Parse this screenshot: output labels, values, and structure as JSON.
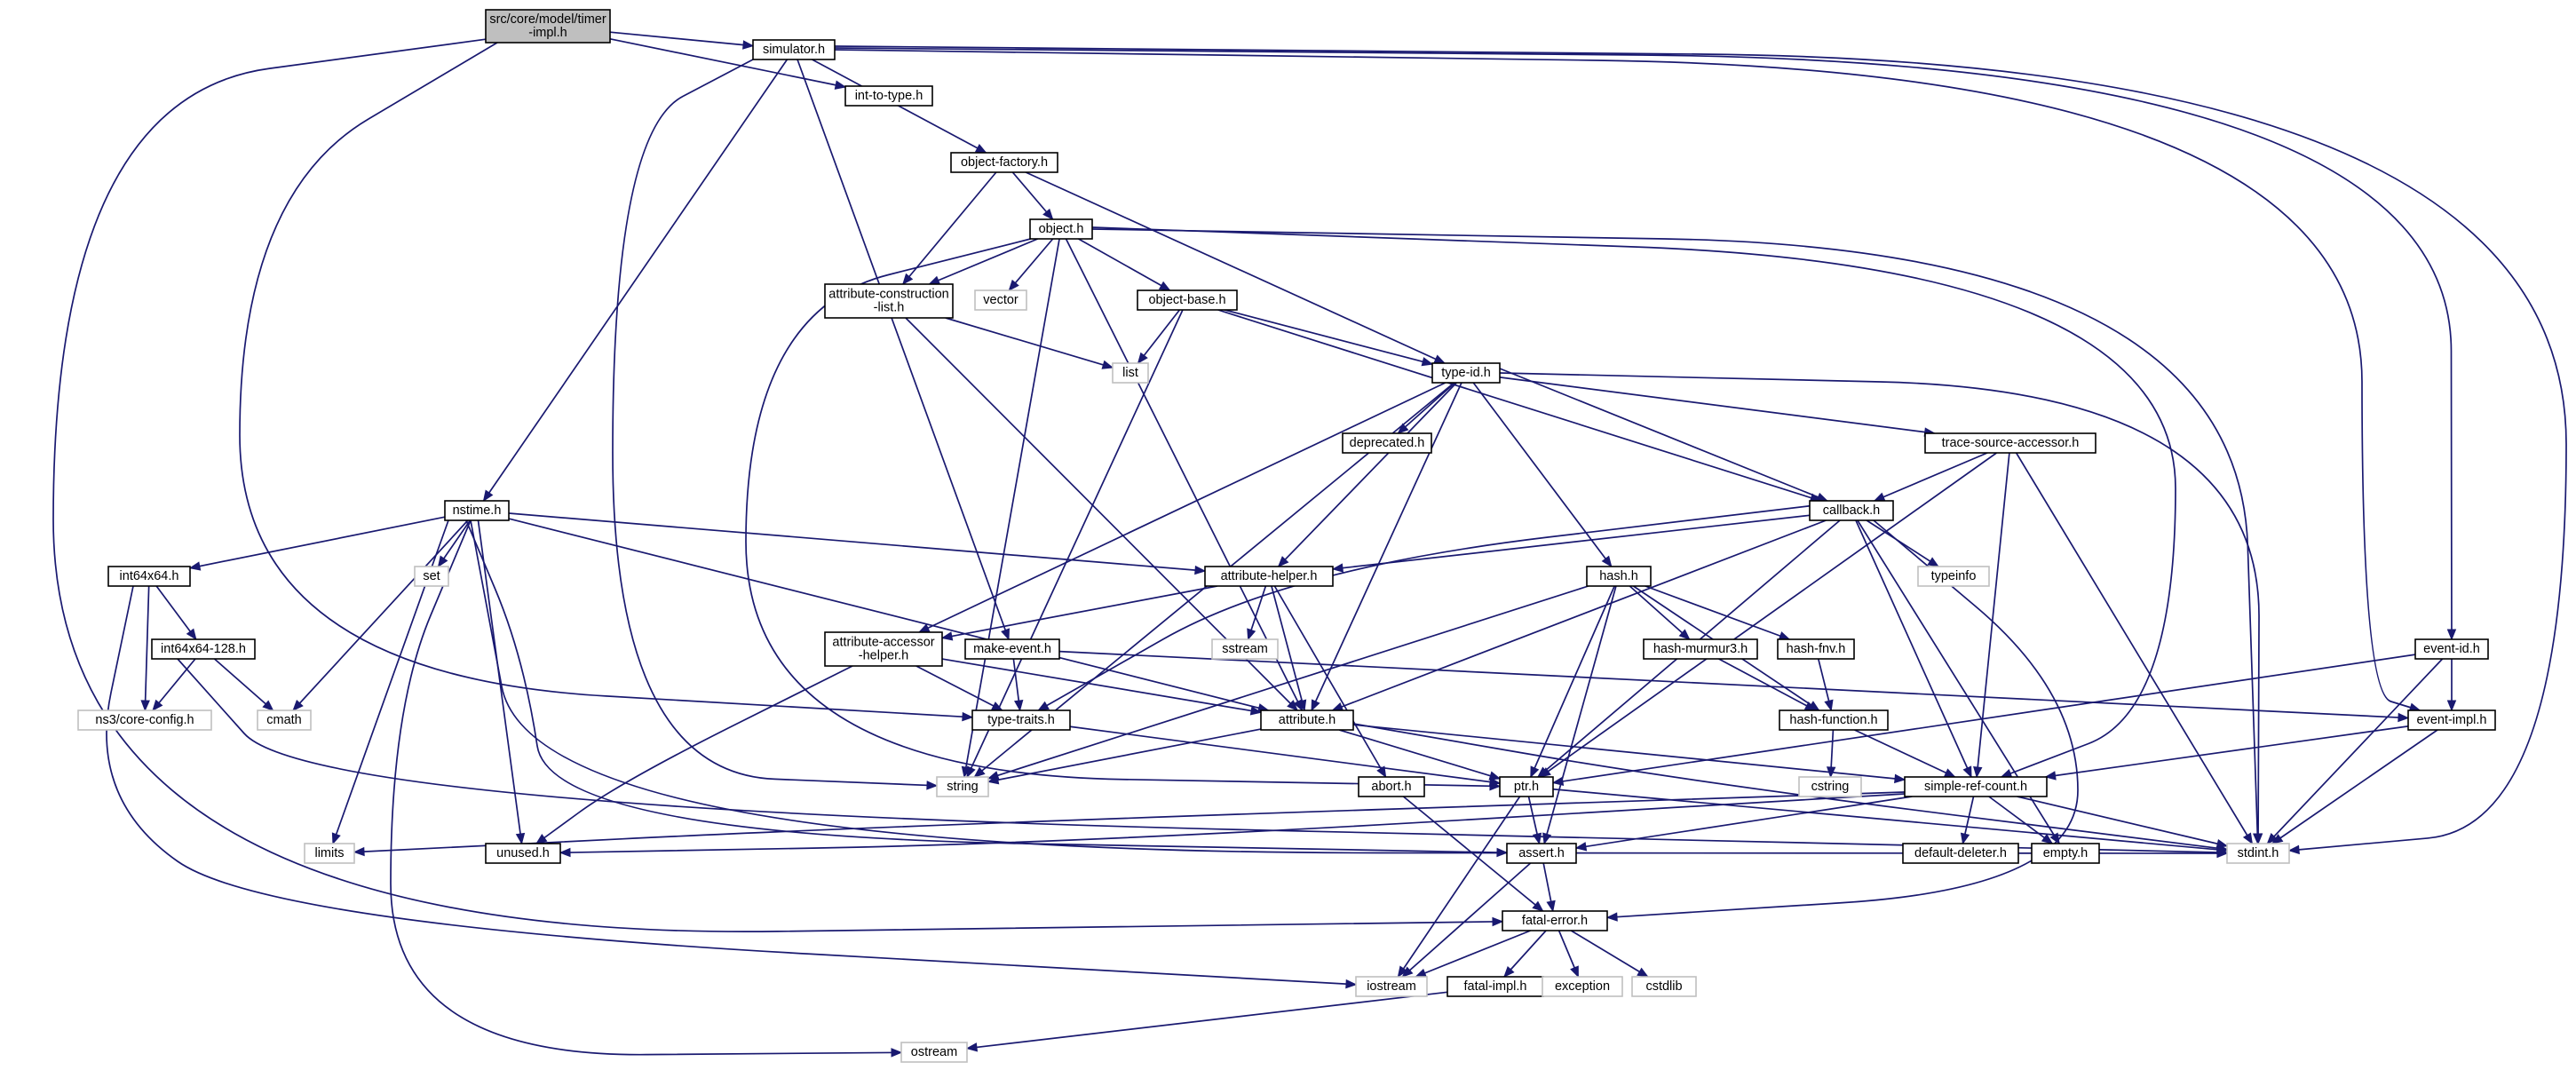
{
  "colors": {
    "edge": "#191970",
    "node_border": "#000000",
    "external_border": "#bfbfbf",
    "root_fill": "#bfbfbf",
    "node_fill": "#ffffff",
    "external_text": "#404040"
  },
  "nodes": [
    {
      "id": "timer-impl",
      "label": [
        "src/core/model/timer",
        "-impl.h"
      ],
      "kind": "root"
    },
    {
      "id": "simulator",
      "label": [
        "simulator.h"
      ],
      "kind": "local"
    },
    {
      "id": "int-to-type",
      "label": [
        "int-to-type.h"
      ],
      "kind": "local"
    },
    {
      "id": "object-factory",
      "label": [
        "object-factory.h"
      ],
      "kind": "local"
    },
    {
      "id": "object",
      "label": [
        "object.h"
      ],
      "kind": "local"
    },
    {
      "id": "attribute-construction-list",
      "label": [
        "attribute-construction",
        "-list.h"
      ],
      "kind": "local"
    },
    {
      "id": "vector",
      "label": [
        "vector"
      ],
      "kind": "external"
    },
    {
      "id": "object-base",
      "label": [
        "object-base.h"
      ],
      "kind": "local"
    },
    {
      "id": "list",
      "label": [
        "list"
      ],
      "kind": "external"
    },
    {
      "id": "type-id",
      "label": [
        "type-id.h"
      ],
      "kind": "local"
    },
    {
      "id": "deprecated",
      "label": [
        "deprecated.h"
      ],
      "kind": "local"
    },
    {
      "id": "trace-source-accessor",
      "label": [
        "trace-source-accessor.h"
      ],
      "kind": "local"
    },
    {
      "id": "nstime",
      "label": [
        "nstime.h"
      ],
      "kind": "local"
    },
    {
      "id": "callback",
      "label": [
        "callback.h"
      ],
      "kind": "local"
    },
    {
      "id": "int64x64",
      "label": [
        "int64x64.h"
      ],
      "kind": "local"
    },
    {
      "id": "set",
      "label": [
        "set"
      ],
      "kind": "external"
    },
    {
      "id": "attribute-helper",
      "label": [
        "attribute-helper.h"
      ],
      "kind": "local"
    },
    {
      "id": "typeinfo",
      "label": [
        "typeinfo"
      ],
      "kind": "external"
    },
    {
      "id": "hash",
      "label": [
        "hash.h"
      ],
      "kind": "local"
    },
    {
      "id": "int64x64-128",
      "label": [
        "int64x64-128.h"
      ],
      "kind": "local"
    },
    {
      "id": "attribute-accessor-helper",
      "label": [
        "attribute-accessor",
        "-helper.h"
      ],
      "kind": "local"
    },
    {
      "id": "make-event",
      "label": [
        "make-event.h"
      ],
      "kind": "local"
    },
    {
      "id": "sstream",
      "label": [
        "sstream"
      ],
      "kind": "external"
    },
    {
      "id": "hash-murmur3",
      "label": [
        "hash-murmur3.h"
      ],
      "kind": "local"
    },
    {
      "id": "hash-fnv",
      "label": [
        "hash-fnv.h"
      ],
      "kind": "local"
    },
    {
      "id": "event-id",
      "label": [
        "event-id.h"
      ],
      "kind": "local"
    },
    {
      "id": "ns3-core-config",
      "label": [
        "ns3/core-config.h"
      ],
      "kind": "external"
    },
    {
      "id": "cmath",
      "label": [
        "cmath"
      ],
      "kind": "external"
    },
    {
      "id": "type-traits",
      "label": [
        "type-traits.h"
      ],
      "kind": "local"
    },
    {
      "id": "attribute",
      "label": [
        "attribute.h"
      ],
      "kind": "local"
    },
    {
      "id": "hash-function",
      "label": [
        "hash-function.h"
      ],
      "kind": "local"
    },
    {
      "id": "event-impl",
      "label": [
        "event-impl.h"
      ],
      "kind": "local"
    },
    {
      "id": "string",
      "label": [
        "string"
      ],
      "kind": "external"
    },
    {
      "id": "abort",
      "label": [
        "abort.h"
      ],
      "kind": "local"
    },
    {
      "id": "ptr",
      "label": [
        "ptr.h"
      ],
      "kind": "local"
    },
    {
      "id": "cstring",
      "label": [
        "cstring"
      ],
      "kind": "external"
    },
    {
      "id": "simple-ref-count",
      "label": [
        "simple-ref-count.h"
      ],
      "kind": "local"
    },
    {
      "id": "limits",
      "label": [
        "limits"
      ],
      "kind": "external"
    },
    {
      "id": "unused",
      "label": [
        "unused.h"
      ],
      "kind": "local"
    },
    {
      "id": "assert",
      "label": [
        "assert.h"
      ],
      "kind": "local"
    },
    {
      "id": "default-deleter",
      "label": [
        "default-deleter.h"
      ],
      "kind": "local"
    },
    {
      "id": "empty",
      "label": [
        "empty.h"
      ],
      "kind": "local"
    },
    {
      "id": "stdint",
      "label": [
        "stdint.h"
      ],
      "kind": "external"
    },
    {
      "id": "fatal-error",
      "label": [
        "fatal-error.h"
      ],
      "kind": "local"
    },
    {
      "id": "iostream",
      "label": [
        "iostream"
      ],
      "kind": "external"
    },
    {
      "id": "fatal-impl",
      "label": [
        "fatal-impl.h"
      ],
      "kind": "local"
    },
    {
      "id": "exception",
      "label": [
        "exception"
      ],
      "kind": "external"
    },
    {
      "id": "cstdlib",
      "label": [
        "cstdlib"
      ],
      "kind": "external"
    },
    {
      "id": "ostream",
      "label": [
        "ostream"
      ],
      "kind": "external"
    }
  ],
  "edges": [
    [
      "timer-impl",
      "simulator"
    ],
    [
      "timer-impl",
      "int-to-type"
    ],
    [
      "timer-impl",
      "type-traits"
    ],
    [
      "timer-impl",
      "fatal-error"
    ],
    [
      "simulator",
      "object-factory"
    ],
    [
      "simulator",
      "nstime"
    ],
    [
      "simulator",
      "string"
    ],
    [
      "simulator",
      "make-event"
    ],
    [
      "simulator",
      "event-id"
    ],
    [
      "simulator",
      "event-impl"
    ],
    [
      "simulator",
      "stdint"
    ],
    [
      "object-factory",
      "object"
    ],
    [
      "object-factory",
      "attribute-construction-list"
    ],
    [
      "object-factory",
      "type-id"
    ],
    [
      "object",
      "attribute-construction-list"
    ],
    [
      "object",
      "vector"
    ],
    [
      "object",
      "object-base"
    ],
    [
      "object",
      "string"
    ],
    [
      "object",
      "attribute"
    ],
    [
      "object",
      "ptr"
    ],
    [
      "object",
      "simple-ref-count"
    ],
    [
      "object",
      "stdint"
    ],
    [
      "attribute-construction-list",
      "list"
    ],
    [
      "attribute-construction-list",
      "attribute"
    ],
    [
      "object-base",
      "list"
    ],
    [
      "object-base",
      "type-id"
    ],
    [
      "object-base",
      "string"
    ],
    [
      "object-base",
      "callback"
    ],
    [
      "type-id",
      "deprecated"
    ],
    [
      "type-id",
      "trace-source-accessor"
    ],
    [
      "type-id",
      "callback"
    ],
    [
      "type-id",
      "hash"
    ],
    [
      "type-id",
      "attribute-helper"
    ],
    [
      "type-id",
      "attribute-accessor-helper"
    ],
    [
      "type-id",
      "attribute"
    ],
    [
      "type-id",
      "string"
    ],
    [
      "type-id",
      "stdint"
    ],
    [
      "trace-source-accessor",
      "callback"
    ],
    [
      "trace-source-accessor",
      "ptr"
    ],
    [
      "trace-source-accessor",
      "simple-ref-count"
    ],
    [
      "trace-source-accessor",
      "stdint"
    ],
    [
      "nstime",
      "int64x64"
    ],
    [
      "nstime",
      "set"
    ],
    [
      "nstime",
      "cmath"
    ],
    [
      "nstime",
      "attribute-helper"
    ],
    [
      "nstime",
      "attribute"
    ],
    [
      "nstime",
      "limits"
    ],
    [
      "nstime",
      "unused"
    ],
    [
      "nstime",
      "assert"
    ],
    [
      "nstime",
      "stdint"
    ],
    [
      "nstime",
      "ostream"
    ],
    [
      "callback",
      "attribute-helper"
    ],
    [
      "callback",
      "typeinfo"
    ],
    [
      "callback",
      "type-traits"
    ],
    [
      "callback",
      "attribute"
    ],
    [
      "callback",
      "ptr"
    ],
    [
      "callback",
      "simple-ref-count"
    ],
    [
      "callback",
      "empty"
    ],
    [
      "callback",
      "fatal-error"
    ],
    [
      "int64x64",
      "int64x64-128"
    ],
    [
      "int64x64",
      "ns3-core-config"
    ],
    [
      "int64x64",
      "iostream"
    ],
    [
      "int64x64-128",
      "ns3-core-config"
    ],
    [
      "int64x64-128",
      "cmath"
    ],
    [
      "int64x64-128",
      "stdint"
    ],
    [
      "attribute-helper",
      "attribute-accessor-helper"
    ],
    [
      "attribute-helper",
      "sstream"
    ],
    [
      "attribute-helper",
      "attribute"
    ],
    [
      "attribute-helper",
      "abort"
    ],
    [
      "attribute-accessor-helper",
      "type-traits"
    ],
    [
      "attribute-accessor-helper",
      "attribute"
    ],
    [
      "attribute-accessor-helper",
      "unused"
    ],
    [
      "make-event",
      "type-traits"
    ],
    [
      "make-event",
      "event-impl"
    ],
    [
      "hash",
      "hash-murmur3"
    ],
    [
      "hash",
      "hash-fnv"
    ],
    [
      "hash",
      "hash-function"
    ],
    [
      "hash",
      "string"
    ],
    [
      "hash",
      "ptr"
    ],
    [
      "hash",
      "assert"
    ],
    [
      "hash-murmur3",
      "hash-function"
    ],
    [
      "hash-fnv",
      "hash-function"
    ],
    [
      "hash-function",
      "cstring"
    ],
    [
      "hash-function",
      "simple-ref-count"
    ],
    [
      "event-id",
      "event-impl"
    ],
    [
      "event-id",
      "ptr"
    ],
    [
      "event-id",
      "stdint"
    ],
    [
      "event-impl",
      "simple-ref-count"
    ],
    [
      "event-impl",
      "stdint"
    ],
    [
      "type-traits",
      "ptr"
    ],
    [
      "attribute",
      "string"
    ],
    [
      "attribute",
      "ptr"
    ],
    [
      "attribute",
      "simple-ref-count"
    ],
    [
      "attribute",
      "stdint"
    ],
    [
      "abort",
      "fatal-error"
    ],
    [
      "ptr",
      "assert"
    ],
    [
      "ptr",
      "iostream"
    ],
    [
      "ptr",
      "stdint"
    ],
    [
      "simple-ref-count",
      "default-deleter"
    ],
    [
      "simple-ref-count",
      "empty"
    ],
    [
      "simple-ref-count",
      "assert"
    ],
    [
      "simple-ref-count",
      "limits"
    ],
    [
      "simple-ref-count",
      "unused"
    ],
    [
      "simple-ref-count",
      "stdint"
    ],
    [
      "assert",
      "fatal-error"
    ],
    [
      "assert",
      "iostream"
    ],
    [
      "fatal-error",
      "iostream"
    ],
    [
      "fatal-error",
      "fatal-impl"
    ],
    [
      "fatal-error",
      "exception"
    ],
    [
      "fatal-error",
      "cstdlib"
    ],
    [
      "fatal-impl",
      "ostream"
    ]
  ]
}
